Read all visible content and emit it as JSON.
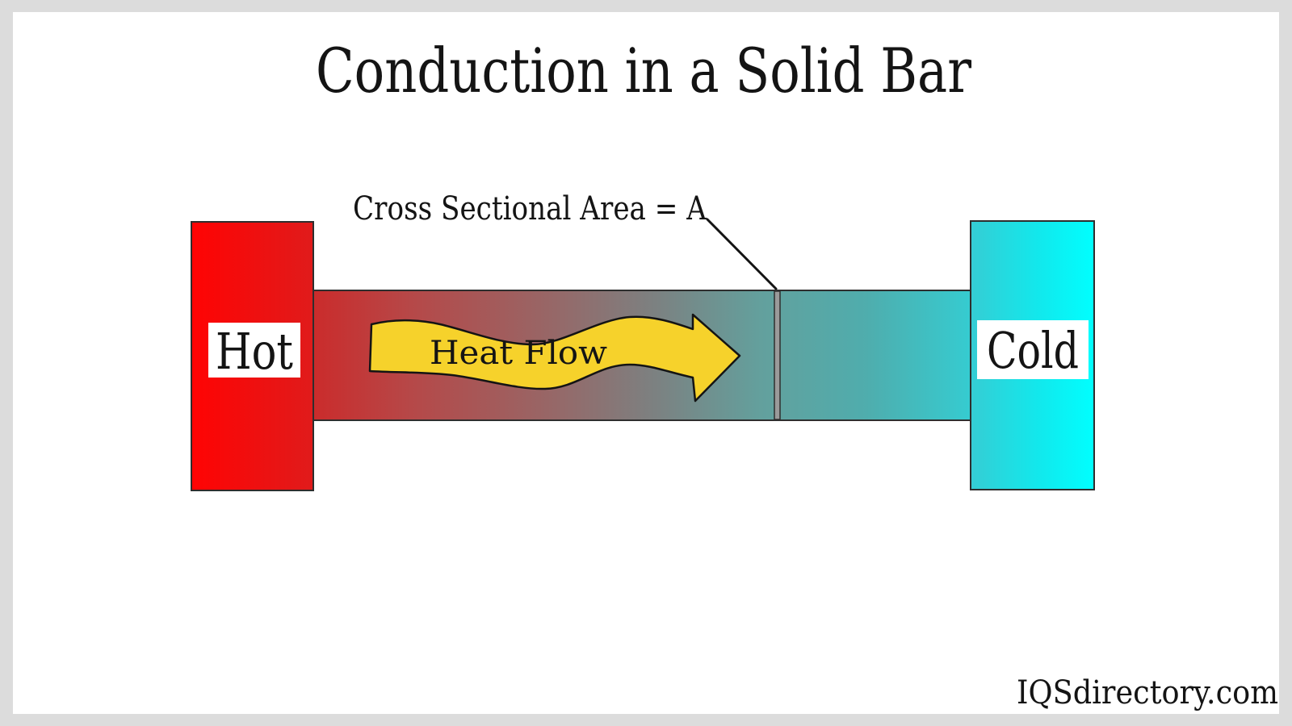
{
  "title": "Conduction in a Solid Bar",
  "diagram": {
    "cross_section_label": "Cross Sectional Area = A",
    "hot_label": "Hot",
    "cold_label": "Cold",
    "heat_flow_label": "Heat Flow"
  },
  "watermark": "IQSdirectory.com",
  "colors": {
    "frame": "#dcdcdc",
    "canvas": "#ffffff",
    "text": "#141414",
    "hot": [
      "#ff0303",
      "#e01b1b"
    ],
    "bar": [
      "#cb2b2b",
      "#b64848",
      "#996565",
      "#7c8181",
      "#63a09d",
      "#4fadad",
      "#35ccd1"
    ],
    "cold": [
      "#35cdd4",
      "#12e8ec",
      "#00ffff"
    ],
    "divider": "#9a9a9a",
    "arrow_fill": "#f6d22b",
    "label_box": "#ffffff"
  }
}
